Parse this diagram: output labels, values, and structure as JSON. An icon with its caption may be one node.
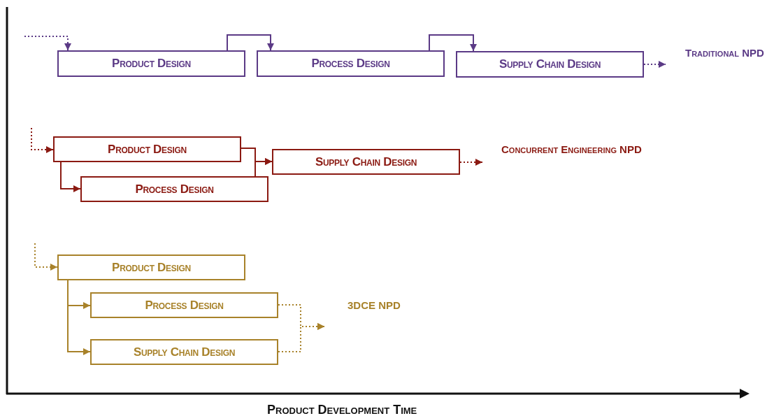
{
  "diagram": {
    "nodes": [
      {
        "text": [
          "Product Design"
        ]
      },
      {
        "text": [
          "Process Design"
        ]
      },
      {
        "text": [
          "Supply Chain Design"
        ]
      },
      {
        "text": [
          "Product Design"
        ]
      },
      {
        "text": [
          "Supply Chain Design"
        ]
      },
      {
        "text": [
          "Process Design"
        ]
      },
      {
        "text": [
          "Product Design"
        ]
      },
      {
        "text": [
          "Process Design"
        ]
      },
      {
        "text": [
          "Supply Chain Design"
        ]
      }
    ],
    "edges": [
      {
        "from": null,
        "to": 0,
        "arrow": "to",
        "style": "dashed",
        "color": "#5b3a86"
      },
      {
        "from": 0,
        "to": 1,
        "arrow": "to",
        "color": "#5b3a86"
      },
      {
        "from": 1,
        "to": 2,
        "arrow": "to",
        "color": "#5b3a86"
      },
      {
        "from": 2,
        "to": null,
        "arrow": "to",
        "style": "dashed",
        "color": "#5b3a86"
      },
      {
        "from": null,
        "to": 3,
        "arrow": "to",
        "style": "dashed",
        "color": "#8b1a12"
      },
      {
        "from": 3,
        "to": 4,
        "arrow": "to",
        "color": "#8b1a12"
      },
      {
        "from": 3,
        "to": 5,
        "arrow": "to",
        "color": "#8b1a12"
      },
      {
        "from": 5,
        "to": 4,
        "arrow": "to",
        "color": "#8b1a12"
      },
      {
        "from": 4,
        "to": null,
        "arrow": "to",
        "style": "dashed",
        "color": "#8b1a12"
      },
      {
        "from": null,
        "to": 6,
        "arrow": "to",
        "style": "dashed",
        "color": "#a8822a"
      },
      {
        "from": 6,
        "to": 7,
        "arrow": "to",
        "color": "#a8822a"
      },
      {
        "from": 6,
        "to": 8,
        "arrow": "to",
        "color": "#a8822a"
      },
      {
        "from": 7,
        "to": null,
        "arrow": "to",
        "style": "dashed",
        "color": "#a8822a"
      },
      {
        "from": 8,
        "to": null,
        "arrow": "to",
        "style": "dashed",
        "color": "#a8822a"
      }
    ],
    "labels": [
      "Traditional NPD",
      "Concurrent Engineering NPD",
      "3DCE NPD",
      "Product Development Time"
    ]
  }
}
